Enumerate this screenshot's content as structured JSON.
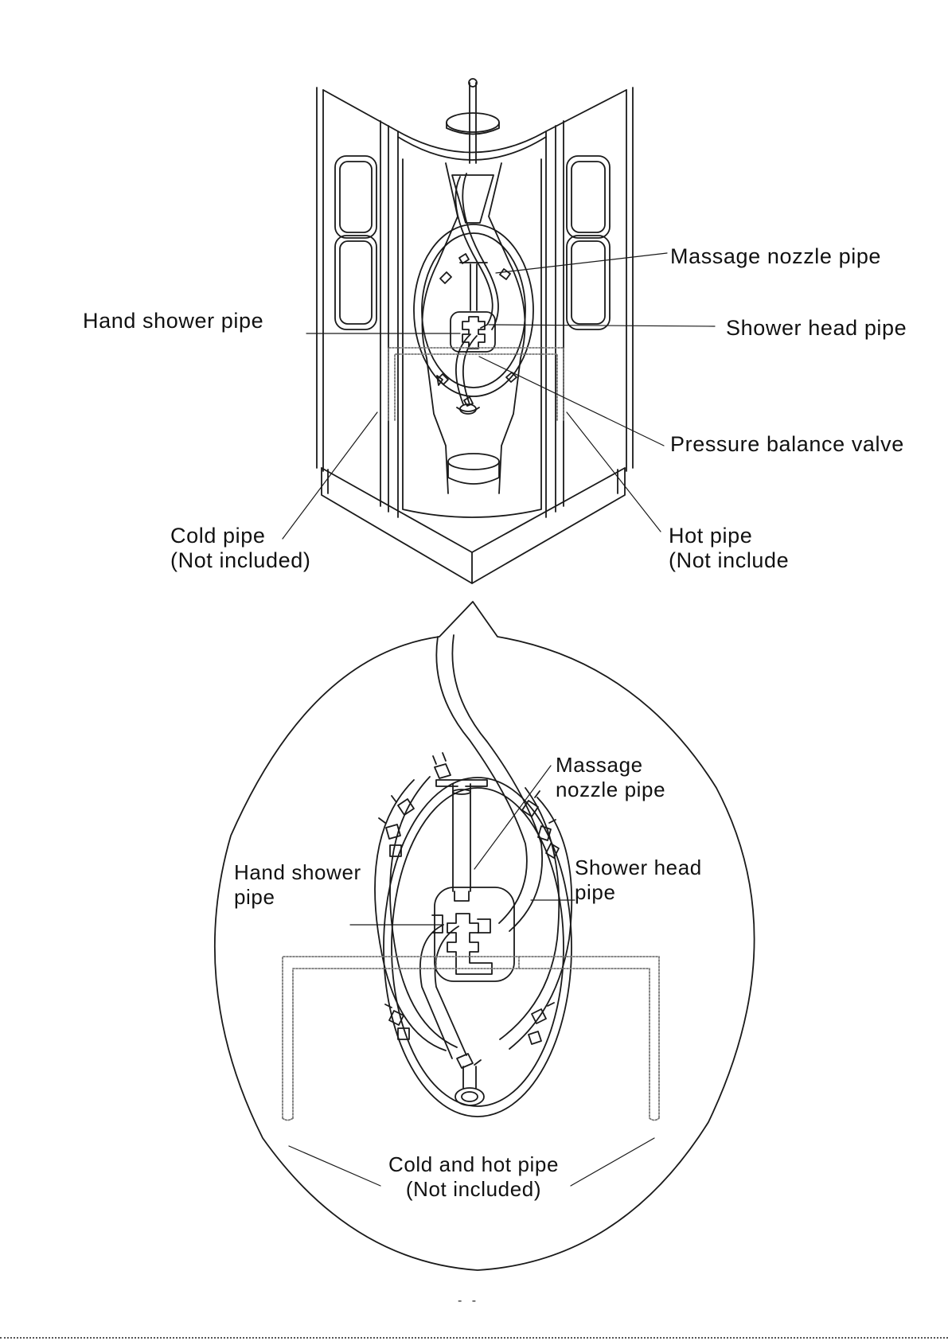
{
  "top_view": {
    "labels": {
      "massage_nozzle_pipe": "Massage nozzle pipe",
      "hand_shower_pipe": "Hand shower pipe",
      "shower_head_pipe": "Shower head pipe",
      "pressure_balance_valve": "Pressure balance valve",
      "cold_pipe": "Cold pipe",
      "cold_pipe_note": "(Not included)",
      "hot_pipe": "Hot pipe",
      "hot_pipe_note": "(Not include"
    }
  },
  "detail_view": {
    "labels": {
      "massage_line1": "Massage",
      "massage_line2": "nozzle pipe",
      "hand_line1": "Hand shower",
      "hand_line2": "pipe",
      "shower_head_line1": "Shower head",
      "shower_head_line2": "pipe",
      "cold_hot_line1": "Cold and hot pipe",
      "cold_hot_line2": "(Not included)"
    }
  },
  "page_number": "- -"
}
